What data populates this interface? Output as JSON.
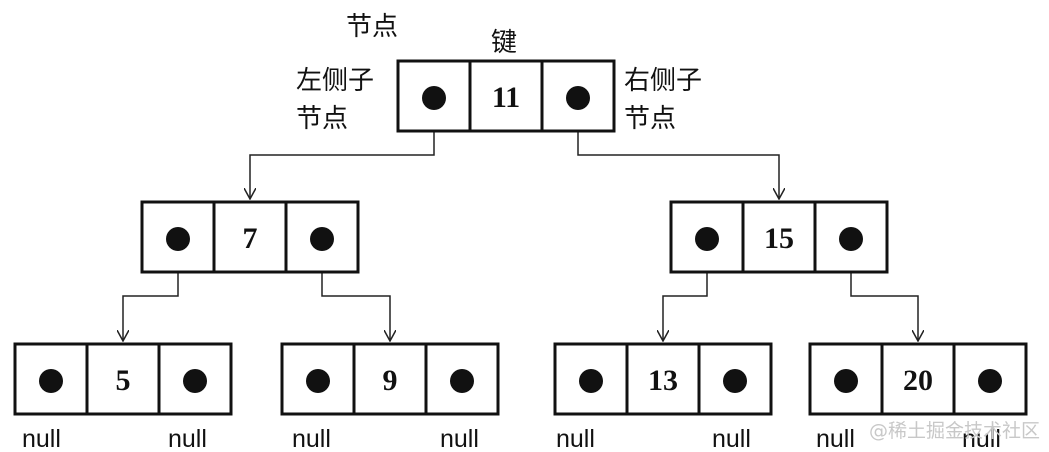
{
  "labels": {
    "node": "节点",
    "key": "键",
    "left_child_line1": "左侧子",
    "left_child_line2": "节点",
    "right_child_line1": "右侧子",
    "right_child_line2": "节点"
  },
  "tree": {
    "nodes": [
      {
        "id": "n11",
        "key": "11"
      },
      {
        "id": "n7",
        "key": "7"
      },
      {
        "id": "n15",
        "key": "15"
      },
      {
        "id": "n5",
        "key": "5"
      },
      {
        "id": "n9",
        "key": "9"
      },
      {
        "id": "n13",
        "key": "13"
      },
      {
        "id": "n20",
        "key": "20"
      }
    ],
    "edges": [
      {
        "from": "11",
        "to": "7",
        "side": "left"
      },
      {
        "from": "11",
        "to": "15",
        "side": "right"
      },
      {
        "from": "7",
        "to": "5",
        "side": "left"
      },
      {
        "from": "7",
        "to": "9",
        "side": "right"
      },
      {
        "from": "15",
        "to": "13",
        "side": "left"
      },
      {
        "from": "15",
        "to": "20",
        "side": "right"
      }
    ],
    "null_label": "null"
  },
  "watermark": "@稀土掘金技术社区"
}
